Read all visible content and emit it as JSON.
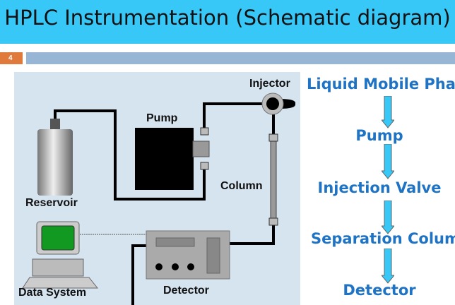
{
  "title": "HPLC Instrumentation (Schematic diagram)",
  "slide_number": "4",
  "diagram": {
    "labels": {
      "injector": "Injector",
      "pump": "Pump",
      "column": "Column",
      "reservoir": "Reservoir",
      "data_system": "Data System",
      "detector": "Detector"
    }
  },
  "flow": [
    "Liquid Mobile Phase",
    "Pump",
    "Injection Valve",
    "Separation Column",
    "Detector"
  ],
  "colors": {
    "title_bar": "#38c8f8",
    "flow_text": "#1f73c4",
    "arrow": "#38c8f8",
    "panel": "#d6e4f0",
    "slide_number": "#e07a3c"
  }
}
